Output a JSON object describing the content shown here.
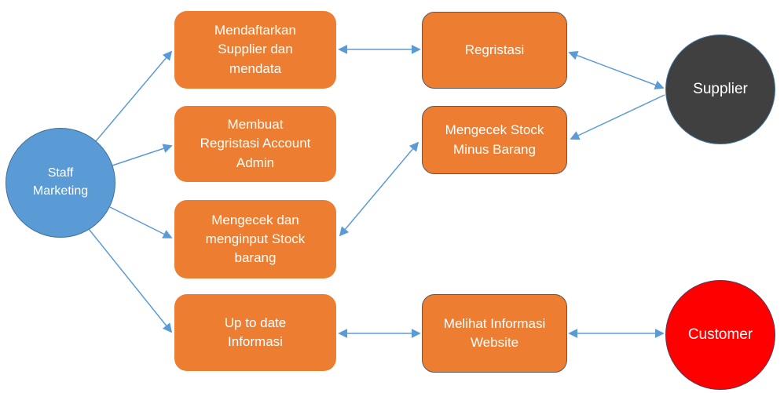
{
  "diagram": {
    "type": "use-case-flow-diagram",
    "colors": {
      "process_box_fill": "#ED7D31",
      "process_box_outline": "#595959",
      "actor_staff_fill": "#5B9BD5",
      "actor_staff_outline": "#41719C",
      "actor_supplier_fill": "#404040",
      "actor_customer_fill": "#FF0000",
      "arrow": "#5B9BD5",
      "text": "#FFFFFF",
      "background": "#FFFFFF"
    },
    "nodes": {
      "staff_marketing": {
        "label": "Staff\nMarketing",
        "shape": "circle"
      },
      "supplier": {
        "label": "Supplier",
        "shape": "circle"
      },
      "customer": {
        "label": "Customer",
        "shape": "circle"
      },
      "mendaftarkan": {
        "label": "Mendaftarkan\nSupplier dan\nmendata",
        "shape": "rounded-box"
      },
      "membuat": {
        "label": "Membuat\nRegristasi Account\nAdmin",
        "shape": "rounded-box"
      },
      "menginput": {
        "label": "Mengecek dan\nmenginput Stock\nbarang",
        "shape": "rounded-box"
      },
      "uptodate": {
        "label": "Up to date\nInformasi",
        "shape": "rounded-box"
      },
      "regristasi": {
        "label": "Regristasi",
        "shape": "rounded-box"
      },
      "mengecek_stock": {
        "label": "Mengecek Stock\nMinus Barang",
        "shape": "rounded-box"
      },
      "melihat": {
        "label": "Melihat Informasi\nWebsite",
        "shape": "rounded-box"
      }
    },
    "edges": [
      {
        "from": "staff_marketing",
        "to": "mendaftarkan",
        "direction": "one-way"
      },
      {
        "from": "staff_marketing",
        "to": "membuat",
        "direction": "one-way"
      },
      {
        "from": "staff_marketing",
        "to": "menginput",
        "direction": "one-way"
      },
      {
        "from": "staff_marketing",
        "to": "uptodate",
        "direction": "one-way"
      },
      {
        "from": "mendaftarkan",
        "to": "regristasi",
        "direction": "two-way"
      },
      {
        "from": "regristasi",
        "to": "supplier",
        "direction": "two-way"
      },
      {
        "from": "supplier",
        "to": "mengecek_stock",
        "direction": "one-way"
      },
      {
        "from": "menginput",
        "to": "mengecek_stock",
        "direction": "two-way"
      },
      {
        "from": "uptodate",
        "to": "melihat",
        "direction": "two-way"
      },
      {
        "from": "melihat",
        "to": "customer",
        "direction": "two-way"
      }
    ]
  }
}
